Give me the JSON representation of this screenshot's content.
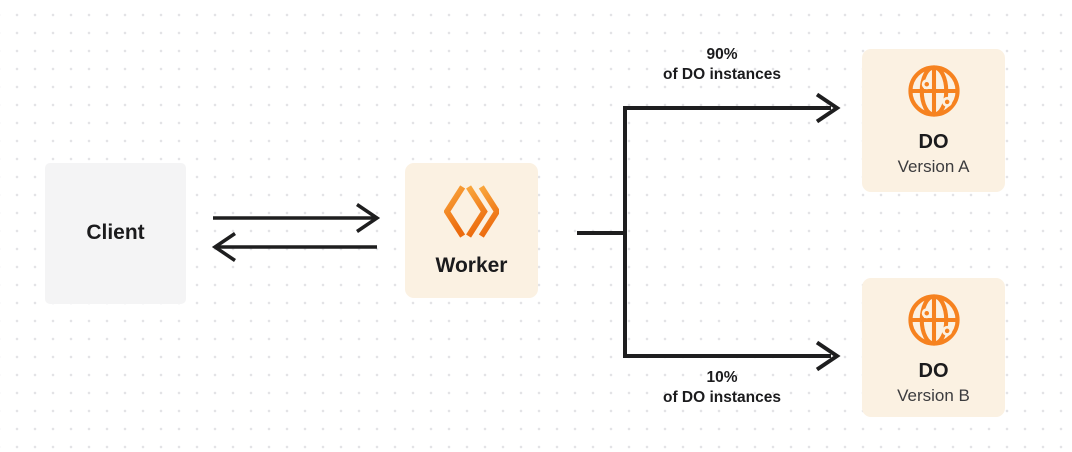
{
  "colors": {
    "line": "#1e1e1f",
    "text-dark": "#1b1b1d",
    "text-sub": "#3c3c3e",
    "client-bg": "#f4f4f5",
    "cream-bg": "#fbf1e2",
    "orange": "#f6821f",
    "orange-grad-top": "#f9a63d",
    "orange-grad-bottom": "#ec6b0e",
    "dot": "#e3e3e6"
  },
  "diagram": {
    "client": {
      "label": "Client"
    },
    "worker": {
      "label": "Worker",
      "icon": "workers-logo-icon"
    },
    "do_a": {
      "title": "DO",
      "subtitle": "Version A",
      "icon": "globe-icon"
    },
    "do_b": {
      "title": "DO",
      "subtitle": "Version B",
      "icon": "globe-icon"
    },
    "split_top": {
      "pct": "90%",
      "caption": "of DO instances"
    },
    "split_bottom": {
      "pct": "10%",
      "caption": "of DO instances"
    }
  }
}
